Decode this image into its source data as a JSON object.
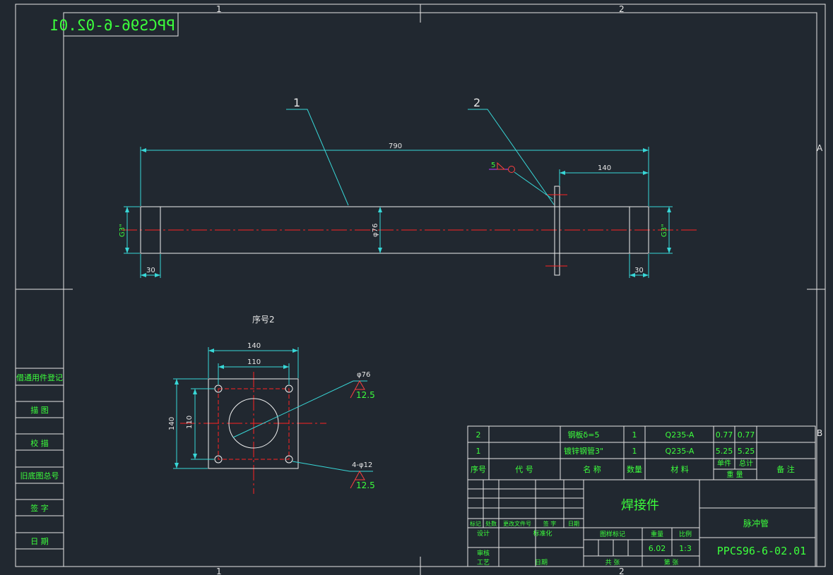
{
  "colors": {
    "background": "#212830",
    "frame": "#e6e6e6",
    "geometry": "#f0f0f0",
    "dimension": "#38d7d7",
    "text": "#3cff3c",
    "centerline": "#ff2222",
    "leader": "#38d7d7",
    "weld": "#ff4040",
    "weld_line": "#c040ff"
  },
  "zones": {
    "top": [
      "1",
      "2"
    ],
    "bottom": [
      "1",
      "2"
    ],
    "right": [
      "A",
      "B"
    ]
  },
  "stamp": "PPCS96-6-02.01",
  "main_view": {
    "callouts": [
      "1",
      "2"
    ],
    "dim_overall": "790",
    "dim_flange_offset": "140",
    "dim_pipe_dia": "φ76",
    "dim_left_thread": "G3\"",
    "dim_right_thread": "G3\"",
    "dim_left_len": "30",
    "dim_right_len": "30",
    "weld_size": "5"
  },
  "detail_view": {
    "title": "序号2",
    "dim_width_outer": "140",
    "dim_width_inner": "110",
    "dim_height_outer": "140",
    "dim_height_inner": "110",
    "note_bore": "φ76",
    "note_holes": "4-φ12",
    "roughness_1": "12.5",
    "roughness_2": "12.5"
  },
  "side_table": [
    "借通用件登记",
    "描 图",
    "校 描",
    "旧底图总号",
    "签 字",
    "日 期"
  ],
  "bom": {
    "rows": [
      {
        "no": "2",
        "code": "",
        "name": "钢板δ=5",
        "qty": "1",
        "material": "Q235-A",
        "unit_wt": "0.77",
        "total_wt": "0.77",
        "remark": ""
      },
      {
        "no": "1",
        "code": "",
        "name": "镀锌钢管3\"",
        "qty": "1",
        "material": "Q235-A",
        "unit_wt": "5.25",
        "total_wt": "5.25",
        "remark": ""
      }
    ],
    "header": {
      "no": "序号",
      "code": "代 号",
      "name": "名 称",
      "qty": "数量",
      "material": "材 料",
      "unit": "单件",
      "total": "总计",
      "weight": "重 量",
      "remark": "备 注"
    }
  },
  "title_block": {
    "title": "焊接件",
    "part_name": "脉冲管",
    "drawing_no": "PPCS96-6-02.01",
    "rev_labels": [
      "标记",
      "处数",
      "更改文件号",
      "签 字",
      "日期"
    ],
    "design": "设计",
    "std_check": "标准化",
    "review": "审核",
    "process": "工艺",
    "date": "日期",
    "stage_mark": "图样标记",
    "weight_label": "重量",
    "scale_label": "比例",
    "weight": "6.02",
    "scale": "1:3",
    "total_sheets": "共 张",
    "sheet_no": "第 张"
  }
}
